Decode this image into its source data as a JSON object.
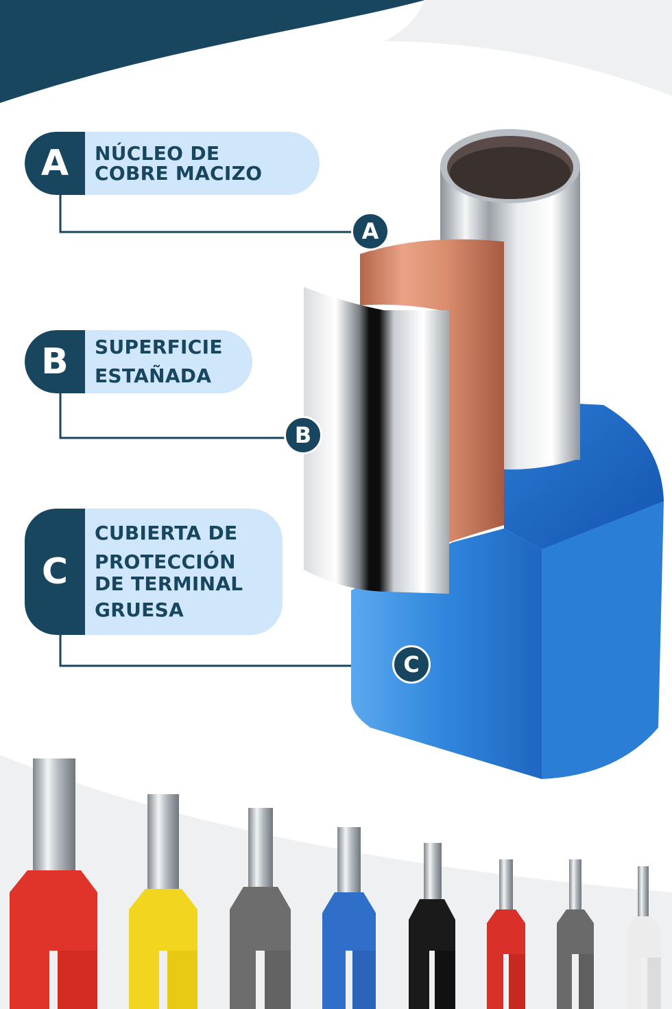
{
  "labels": {
    "a": {
      "letter": "A",
      "lines": [
        "NÚCLEO DE",
        "COBRE MACIZO"
      ]
    },
    "b": {
      "letter": "B",
      "lines": [
        "SUPERFICIE",
        "ESTAÑADA"
      ]
    },
    "c": {
      "letter": "C",
      "lines": [
        "CUBIERTA DE",
        "PROTECCIÓN",
        "DE TERMINAL",
        "GRUESA"
      ]
    }
  },
  "markers": {
    "a": "A",
    "b": "B",
    "c": "C"
  },
  "colors": {
    "navy": "#18465f",
    "pill_bg": "#cfe6fb",
    "insulation_blue": "#2f86dc",
    "copper": "#d98d6d",
    "silver": "#c9ced3"
  },
  "ferrule_colors": [
    "#e0332a",
    "#f2d51f",
    "#6d6d6d",
    "#2f6fc9",
    "#1a1a1a",
    "#d9302a",
    "#6a6a6a",
    "#ececec"
  ]
}
